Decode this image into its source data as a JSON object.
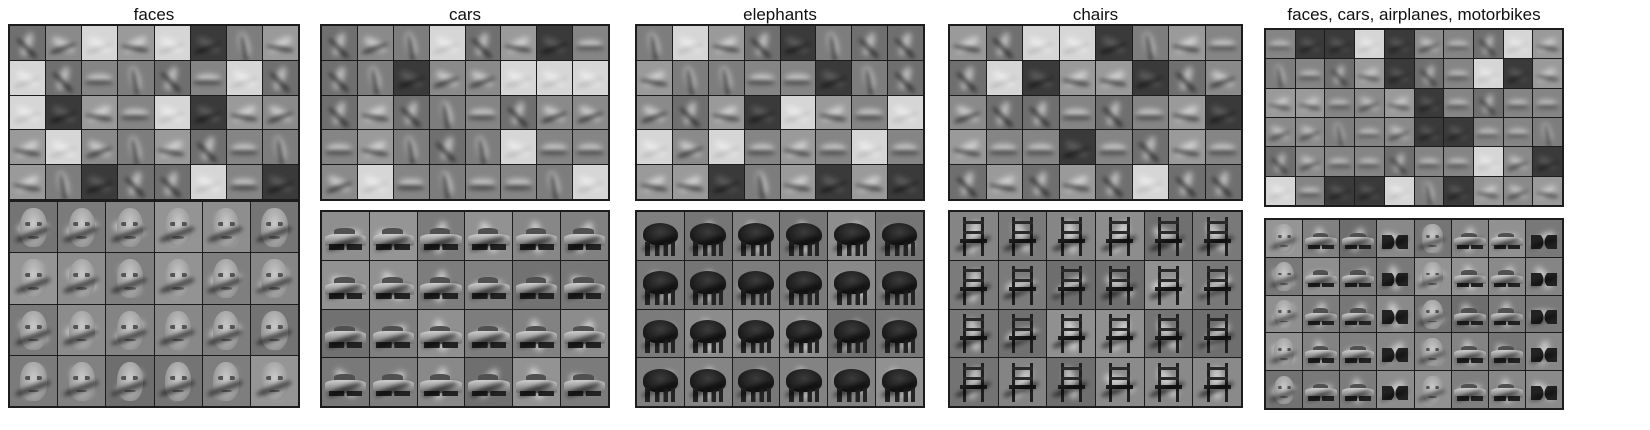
{
  "panels": [
    {
      "id": "faces",
      "title": "faces",
      "features": {
        "rows": 5,
        "cols": 8
      },
      "parts": {
        "rows": 4,
        "cols": 6,
        "motif": "face"
      }
    },
    {
      "id": "cars",
      "title": "cars",
      "features": {
        "rows": 5,
        "cols": 8
      },
      "parts": {
        "rows": 4,
        "cols": 6,
        "motif": "car"
      }
    },
    {
      "id": "elephants",
      "title": "elephants",
      "features": {
        "rows": 5,
        "cols": 8
      },
      "parts": {
        "rows": 4,
        "cols": 6,
        "motif": "elephant"
      }
    },
    {
      "id": "chairs",
      "title": "chairs",
      "features": {
        "rows": 5,
        "cols": 8
      },
      "parts": {
        "rows": 4,
        "cols": 6,
        "motif": "chair"
      }
    },
    {
      "id": "mixed",
      "title": "faces, cars, airplanes, motorbikes",
      "features": {
        "rows": 6,
        "cols": 10
      },
      "parts": {
        "rows": 5,
        "cols": 8,
        "motif": "mixed"
      }
    }
  ]
}
